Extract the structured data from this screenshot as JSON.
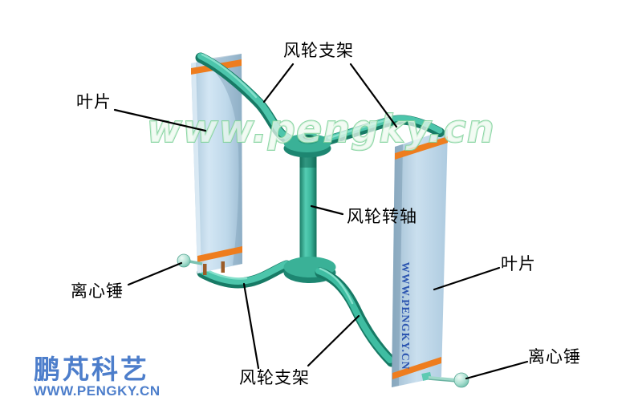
{
  "diagram": {
    "title_hint": "vertical-axis-wind-rotor-diagram",
    "labels": {
      "support_top": "风轮支架",
      "support_bottom": "风轮支架",
      "blade_left": "叶片",
      "blade_right": "叶片",
      "shaft": "风轮转轴",
      "weight_left": "离心锤",
      "weight_right": "离心锤"
    },
    "watermark": "www.pengky.cn",
    "blade_print": "WWW.PENGKY.CN",
    "branding": {
      "company": "鹏芃科艺",
      "website": "WWW.PENGKY.CN"
    },
    "colors": {
      "metal_teal": "#3ab197",
      "metal_teal_light": "#4cc5ab",
      "metal_teal_dark": "#177a65",
      "blade_blue": "#bed8ea",
      "stripe_orange": "#ee7d1e",
      "pin_brown": "#9c5c28",
      "brand_blue": "#4d7ecb",
      "blade_text_blue": "#2c55b0",
      "watermark_green": "#7fd19b",
      "label_color": "#000000",
      "background": "#ffffff"
    }
  }
}
